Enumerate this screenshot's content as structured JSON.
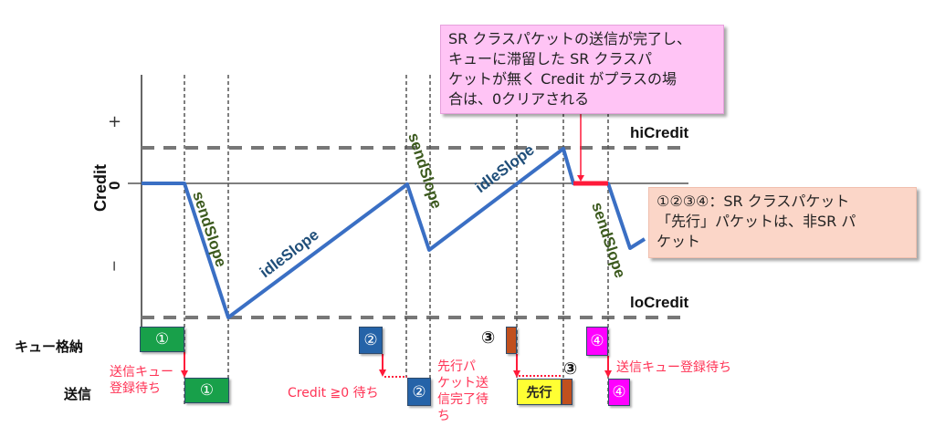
{
  "axis": {
    "ylabel": "Credit",
    "plus": "+",
    "zero": "0",
    "minus": "−",
    "hi_label": "hiCredit",
    "lo_label": "loCredit"
  },
  "slopes": {
    "send1": "sendSlope",
    "idle1": "idleSlope",
    "send2": "sendSlope",
    "idle2": "idleSlope",
    "send3": "sendSlope"
  },
  "rows": {
    "queue": "キュー格納",
    "send": "送信"
  },
  "packets": {
    "p1_queue": "①",
    "p1_send": "①",
    "p2_queue": "②",
    "p2_send": "②",
    "p3_queue_label": "③",
    "p3_send_label": "③",
    "preceding": "先行",
    "p4_queue": "④",
    "p4_send": "④"
  },
  "annotations": {
    "wait1_line1": "送信キュー",
    "wait1_line2": "登録待ち",
    "wait2": "Credit ≧0 待ち",
    "wait3_line1": "先行パ",
    "wait3_line2": "ケット送",
    "wait3_line3": "信完了待",
    "wait3_line4": "ち",
    "wait4": "送信キュー登録待ち"
  },
  "notes": {
    "pink": [
      "SR クラスパケットの送信が完了し、",
      "キューに滞留した SR クラスパ",
      "ケットが無く Credit がプラスの場",
      "合は、0クリアされる"
    ],
    "peach": [
      "①②③④：SR クラスパケット",
      "「先行」パケットは、非SR パ",
      "ケット"
    ]
  },
  "colors": {
    "credit_line": "#3a6fc4",
    "reset_bar": "#ff1a3a",
    "arrow": "#ff1a3a",
    "send_slope_text": "#3c5a1e",
    "idle_slope_text": "#1f4e79",
    "pink_note": "#ffc4f5",
    "peach_note": "#fbd6c8"
  }
}
